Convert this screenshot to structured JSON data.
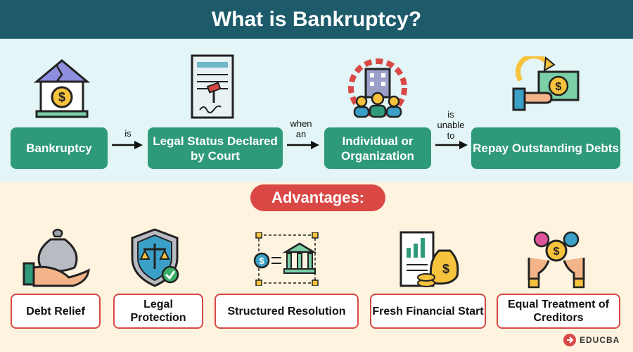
{
  "title": "What is Bankruptcy?",
  "flow": {
    "boxes": [
      "Bankruptcy",
      "Legal Status Declared by Court",
      "Individual or Organization",
      "Repay Outstanding Debts"
    ],
    "connectors": [
      "is",
      "when an",
      "is unable to"
    ]
  },
  "advantages": {
    "heading": "Advantages:",
    "items": [
      "Debt Relief",
      "Legal Protection",
      "Structured Resolution",
      "Fresh Financial Start",
      "Equal Treatment of Creditors"
    ]
  },
  "logo": {
    "text": "EDUCBA"
  },
  "colors": {
    "header": "#1d5b6b",
    "green": "#2f9a7a",
    "red": "#d94845",
    "top_bg": "#e3f5f6",
    "bottom_bg": "#fdf3df"
  },
  "icons": [
    "broken-house-dollar-icon",
    "legal-document-gavel-icon",
    "organization-gear-icon",
    "repay-money-icon",
    "money-bag-hand-icon",
    "justice-shield-icon",
    "bank-flow-icon",
    "financial-report-icon",
    "coins-hands-icon"
  ]
}
